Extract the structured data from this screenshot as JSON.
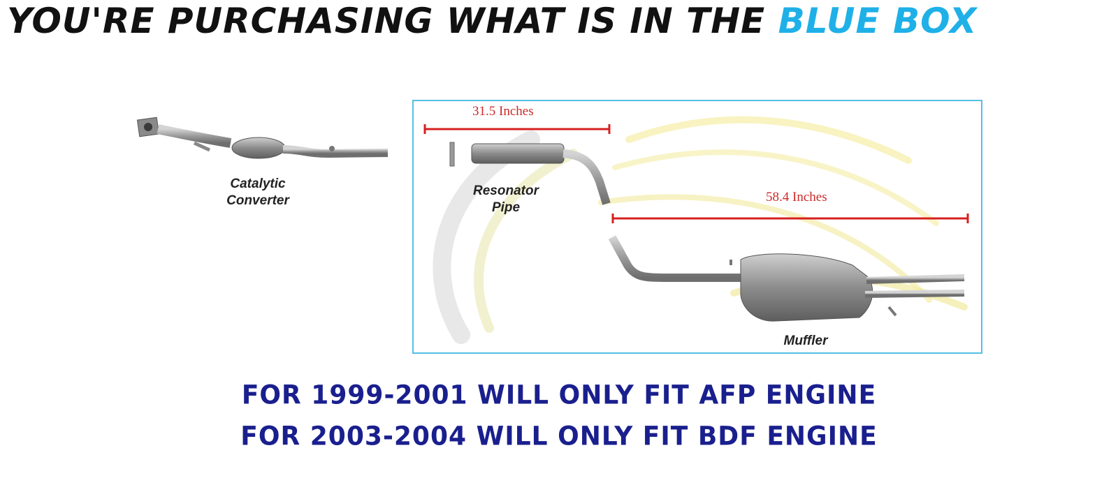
{
  "headline": {
    "prefix": "YOU'RE PURCHASING WHAT IS IN THE",
    "highlight": "BLUE BOX"
  },
  "labels": {
    "catalytic_line1": "Catalytic",
    "catalytic_line2": "Converter",
    "resonator_line1": "Resonator",
    "resonator_line2": "Pipe",
    "muffler": "Muffler",
    "dim_resonator": "31.5 Inches",
    "dim_muffler": "58.4 Inches"
  },
  "fitment": [
    "FOR 1999-2001 WILL ONLY FIT AFP ENGINE",
    "FOR 2003-2004 WILL ONLY FIT BDF ENGINE"
  ],
  "colors": {
    "highlight_blue": "#1fb0e8",
    "box_border": "#55bfe6",
    "dimension_red": "#cc2a2a",
    "fitment_navy": "#1a1f8e"
  }
}
